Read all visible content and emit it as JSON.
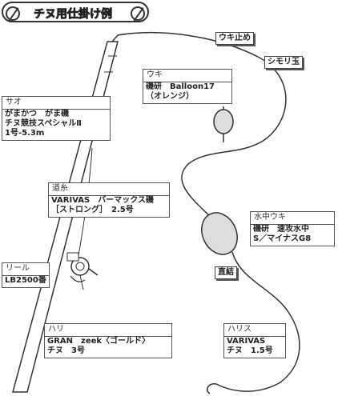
{
  "title": "チヌ用仕掛け例",
  "labels": {
    "uki_dome": "ウキ止め",
    "shimori_dama": "シモリ玉",
    "chokketsu": "直結"
  },
  "boxes": {
    "uki": {
      "caption": "ウキ",
      "lines": [
        "磯研　Balloon17",
        "（オレンジ）"
      ]
    },
    "sao": {
      "caption": "サオ",
      "lines": [
        "がまかつ　がま磯",
        "チヌ競技スペシャルⅡ",
        "1号-5.3m"
      ]
    },
    "michiito": {
      "caption": "道糸",
      "lines": [
        "VARIVAS　バーマックス磯",
        "［ストロング］　2.5号"
      ]
    },
    "reel": {
      "caption": "リール",
      "lines": [
        "LB2500番"
      ]
    },
    "suichu_uki": {
      "caption": "水中ウキ",
      "lines": [
        "磯研　速攻水中",
        "S／マイナスG8"
      ]
    },
    "hari": {
      "caption": "ハリ",
      "lines": [
        "GRAN　zeek〈ゴールド〉",
        "チヌ　3号"
      ]
    },
    "harisu": {
      "caption": "ハリス",
      "lines": [
        "VARIVAS",
        "チヌ　1.5号"
      ]
    }
  }
}
